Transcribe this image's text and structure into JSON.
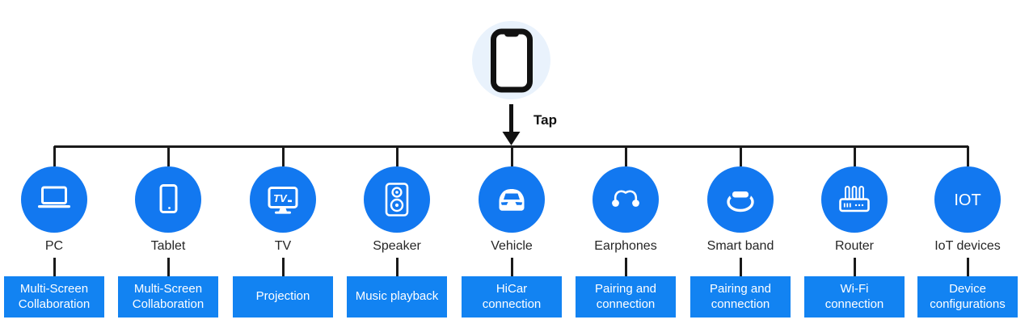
{
  "header": {
    "source_icon": "smartphone-icon",
    "action_label": "Tap"
  },
  "colors": {
    "node_circle_blue": "#1278F0",
    "action_box_blue": "#1283F2",
    "phone_circle_bg": "#E9F2FC",
    "connector_line": "#1A1A1A",
    "icon_stroke": "#FFFFFF"
  },
  "nodes": [
    {
      "label": "PC",
      "icon": "laptop-icon",
      "action": "Multi-Screen\nCollaboration"
    },
    {
      "label": "Tablet",
      "icon": "tablet-icon",
      "action": "Multi-Screen\nCollaboration"
    },
    {
      "label": "TV",
      "icon": "tv-icon",
      "icon_text": "TV",
      "action": "Projection"
    },
    {
      "label": "Speaker",
      "icon": "speaker-icon",
      "action": "Music playback"
    },
    {
      "label": "Vehicle",
      "icon": "car-icon",
      "action": "HiCar\nconnection"
    },
    {
      "label": "Earphones",
      "icon": "earphones-icon",
      "action": "Pairing and\nconnection"
    },
    {
      "label": "Smart band",
      "icon": "smart-band-icon",
      "action": "Pairing and\nconnection"
    },
    {
      "label": "Router",
      "icon": "router-icon",
      "action": "Wi-Fi\nconnection"
    },
    {
      "label": "IoT devices",
      "icon": "iot-text-icon",
      "icon_text": "IOT",
      "action": "Device\nconfigurations"
    }
  ]
}
